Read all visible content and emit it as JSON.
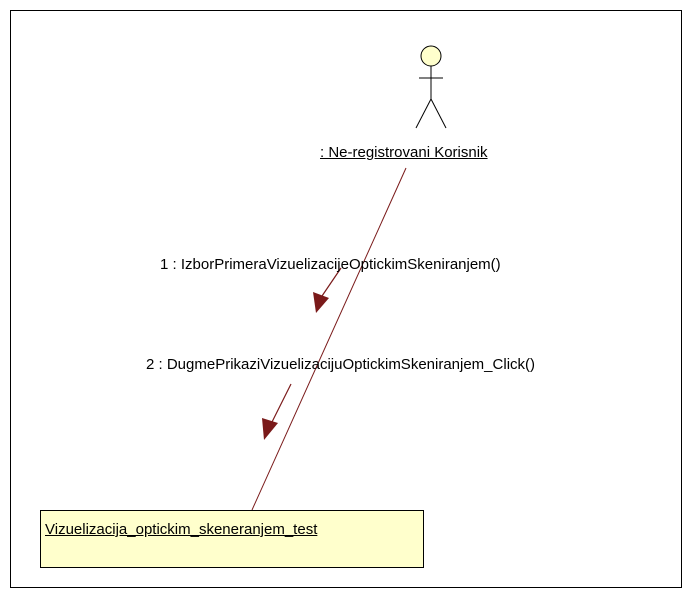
{
  "actor": {
    "name": ": Ne-registrovani Korisnik",
    "icon": "stick-figure-actor"
  },
  "messages": [
    {
      "label": "1 : IzborPrimeraVizuelizacijeOptickimSkeniranjem()"
    },
    {
      "label": "2 : DugmePrikaziVizuelizacijuOptickimSkeniranjem_Click()"
    }
  ],
  "object": {
    "name": "Vizuelizacija_optickim_skeneranjem_test"
  },
  "colors": {
    "actor_head_fill": "#ffffcc",
    "object_fill": "#ffffcc",
    "link_line": "#7a1a1a",
    "arrow": "#7a1a1a"
  }
}
